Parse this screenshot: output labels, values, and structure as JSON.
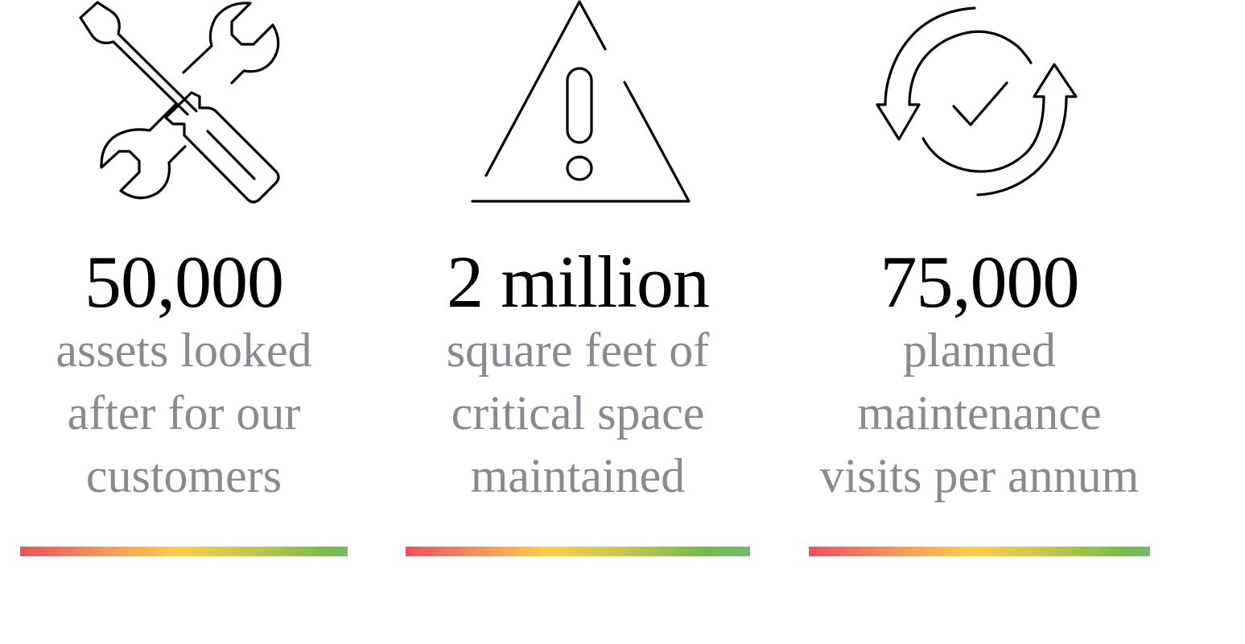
{
  "stats": [
    {
      "icon": "tools-wrench-screwdriver-icon",
      "number": "50,000",
      "lines": [
        "assets looked",
        "after for our",
        "customers"
      ]
    },
    {
      "icon": "warning-triangle-icon",
      "number": "2 million",
      "lines": [
        "square feet of",
        "critical space",
        "maintained"
      ]
    },
    {
      "icon": "refresh-check-icon",
      "number": "75,000",
      "lines": [
        "planned",
        "maintenance",
        "visits per annum"
      ]
    }
  ],
  "colors": {
    "number": "#000000",
    "description": "#898a90",
    "gradient": [
      "#ea5160",
      "#f4945e",
      "#fdcd45",
      "#c9c947",
      "#78b84e",
      "#72bb73"
    ]
  }
}
